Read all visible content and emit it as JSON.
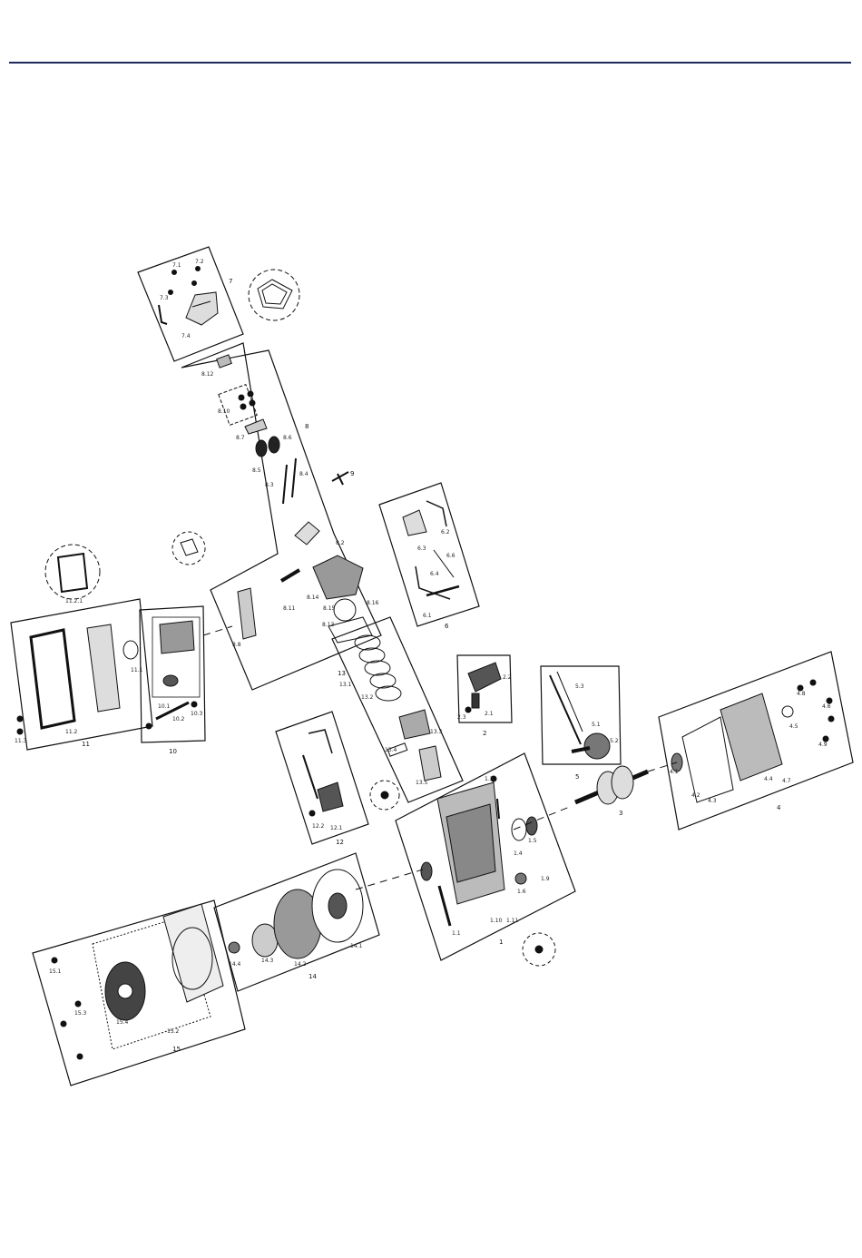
{
  "colors": {
    "rule": "#1f2a5c",
    "ink": "#111111",
    "paper": "#ffffff"
  },
  "groups": {
    "g1": "1",
    "g2": "2",
    "g4": "4",
    "g5": "5",
    "g6": "6",
    "g7": "7",
    "g8": "8",
    "g9": "9",
    "g10": "10",
    "g11": "11",
    "g12": "12",
    "g13": "13",
    "g14": "14",
    "g15": "15"
  },
  "labels": {
    "l8_12": "8.12",
    "l8_10": "8.10",
    "l8_7": "8.7",
    "l8_6": "8.6",
    "l8_5": "8.5",
    "l8_4": "8.4",
    "l8_2": "8.2",
    "l8_8": "8.8",
    "l8_11": "8.11",
    "l8_14": "8.14",
    "l8_15": "8.15",
    "l8_16": "8.16",
    "l8_13": "8.13",
    "l6_1": "6.1",
    "l6_2": "6.2",
    "l6_3": "6.3",
    "l6_4": "6.4",
    "l6_6": "6.6",
    "l13_1": "13.1",
    "l13_2": "13.2",
    "l13_3": "13.3",
    "l13_4": "13.4",
    "l13_5": "13.5",
    "l2_1": "2.1",
    "l2_2": "2.2",
    "l2_3": "2.3",
    "l5_1": "5.1",
    "l5_2": "5.2",
    "l5_3": "5.3",
    "l4_1": "4.1",
    "l4_2": "4.2",
    "l4_3": "4.3",
    "l4_4": "4.4",
    "l4_5": "4.5",
    "l4_6": "4.6",
    "l4_7": "4.7",
    "l4_8": "4.8",
    "l4_9": "4.9",
    "l12_1": "12.1",
    "l12_2": "12.2",
    "l1_1": "1.1",
    "l1_3": "1.3",
    "l1_4": "1.4",
    "l1_5": "1.5",
    "l1_6": "1.6",
    "l1_9": "1.9",
    "l1_10": "1.10",
    "l1_11": "1.11",
    "l14_1": "14.1",
    "l14_2": "14.2",
    "l14_3": "14.3",
    "l14_4": "14.4",
    "l15_1": "15.1",
    "l15_2": "15.2",
    "l15_3": "15.3",
    "l15_4": "15.4",
    "l11_1": "11.1",
    "l11_2": "11.2",
    "l11_3": "11.3",
    "l10_1": "10.1",
    "l10_2": "10.2",
    "l10_3": "10.3",
    "l7_1": "7.1",
    "l7_2": "7.2",
    "l7_3": "7.3",
    "l7_4": "7.4"
  }
}
